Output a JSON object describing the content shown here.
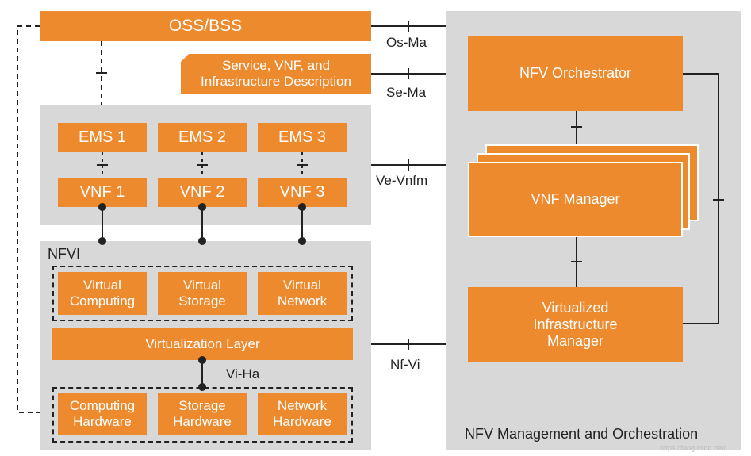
{
  "oss_bss": "OSS/BSS",
  "service_description": "Service, VNF, and Infrastructure Description",
  "ems": [
    "EMS 1",
    "EMS 2",
    "EMS 3"
  ],
  "vnf": [
    "VNF 1",
    "VNF 2",
    "VNF 3"
  ],
  "nfvi": {
    "label": "NFVI",
    "virtual": [
      "Virtual Computing",
      "Virtual Storage",
      "Virtual Network"
    ],
    "virtualization_layer": "Virtualization Layer",
    "vi_ha": "Vi-Ha",
    "hardware": [
      "Computing Hardware",
      "Storage Hardware",
      "Network Hardware"
    ]
  },
  "interfaces": {
    "os_ma": "Os-Ma",
    "se_ma": "Se-Ma",
    "ve_vnfm": "Ve-Vnfm",
    "nf_vi": "Nf-Vi"
  },
  "mano": {
    "label": "NFV Management and Orchestration",
    "orchestrator": "NFV Orchestrator",
    "vnf_manager": "VNF Manager",
    "vim": "Virtualized Infrastructure Manager"
  },
  "watermark": "https://blog.csdn.net/...",
  "colors": {
    "box": "#ee8a2e",
    "panel": "#d8d8d8",
    "line": "#222222"
  }
}
